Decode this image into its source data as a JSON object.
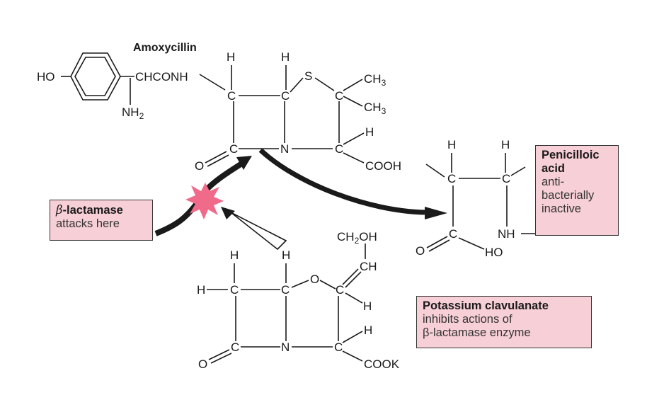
{
  "amoxycillin": {
    "title": "Amoxycillin",
    "labels": [
      "HO",
      "CHCONH",
      "NH",
      "2",
      "H",
      "H",
      "C",
      "C",
      "S",
      "C",
      "CH",
      "3",
      "CH",
      "3",
      "H",
      "C",
      "N",
      "C",
      "O",
      "COOH"
    ]
  },
  "penicilloic": {
    "labels": [
      "H",
      "H",
      "C",
      "C",
      "C",
      "NH",
      "O",
      "HO"
    ]
  },
  "clavulanate": {
    "labels": [
      "CH",
      "2",
      "OH",
      "CH",
      "H",
      "H",
      "H",
      "C",
      "C",
      "O",
      "C",
      "H",
      "C",
      "N",
      "C",
      "H",
      "O",
      "COOK"
    ]
  },
  "callouts": {
    "beta": {
      "head_prefix": "β",
      "head": "-lactamase",
      "lines": [
        "attacks here"
      ]
    },
    "penicilloic": {
      "head": [
        "Penicilloic",
        "acid"
      ],
      "lines": [
        "anti-",
        "bacterially",
        "inactive"
      ]
    },
    "clavulanate": {
      "head": "Potassium clavulanate",
      "lines": [
        "inhibits actions of",
        "β-lactamase enzyme"
      ]
    }
  },
  "colors": {
    "callout_fill": "#f7cfd6",
    "burst": "#f06a8a",
    "ink": "#1a1a1a"
  },
  "icons": {
    "burst": "attack-burst-icon",
    "arrow": "curved-arrow-icon"
  }
}
